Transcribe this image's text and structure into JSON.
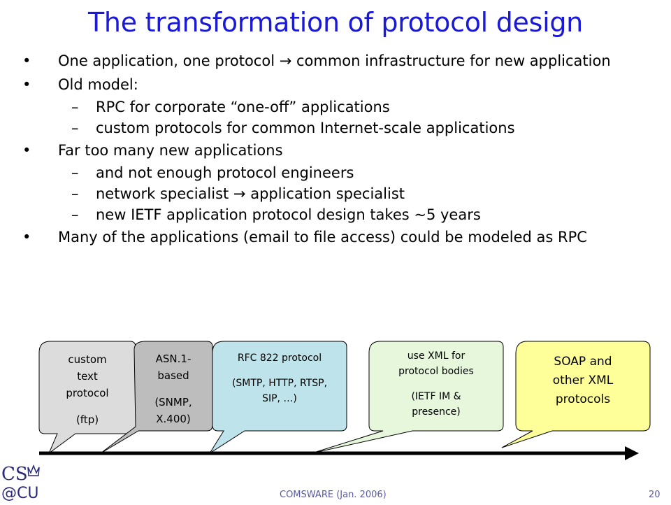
{
  "title": "The transformation of protocol design",
  "bullets": [
    {
      "level": 1,
      "parts": [
        "One application, one protocol ",
        "→",
        " common infrastructure for new application"
      ]
    },
    {
      "level": 1,
      "parts": [
        "Old model:"
      ]
    },
    {
      "level": 2,
      "parts": [
        "RPC for corporate “one-off” applications"
      ]
    },
    {
      "level": 2,
      "parts": [
        "custom protocols for common Internet-scale applications"
      ]
    },
    {
      "level": 1,
      "parts": [
        "Far too many new applications"
      ]
    },
    {
      "level": 2,
      "parts": [
        "and not enough protocol engineers"
      ]
    },
    {
      "level": 2,
      "parts": [
        "network specialist ",
        "→",
        " application specialist"
      ]
    },
    {
      "level": 2,
      "parts": [
        "new IETF application protocol design takes ~5 years"
      ]
    },
    {
      "level": 1,
      "parts": [
        "Many of the applications (email to file access) could be modeled as RPC"
      ]
    }
  ],
  "bubbles": {
    "b1": {
      "line1": "custom",
      "line2": "text",
      "line3": "protocol",
      "line4": "(ftp)"
    },
    "b2": {
      "line1": "ASN.1-",
      "line2": "based",
      "line3": "(SNMP,",
      "line4": "X.400)"
    },
    "b3": {
      "line1": "RFC 822 protocol",
      "line2": "(SMTP, HTTP, RTSP,",
      "line3": "SIP, …)"
    },
    "b4": {
      "line1": "use XML for",
      "line2": "protocol bodies",
      "line3": "(IETF IM &",
      "line4": "presence)"
    },
    "b5": {
      "line1": "SOAP and",
      "line2": "other XML",
      "line3": "protocols"
    }
  },
  "colors": {
    "title": "#1a1ad6",
    "bubble1": "#dcdcdc",
    "bubble2": "#bdbdbd",
    "bubble3": "#bfe3ea",
    "bubble4": "#e6f7dc",
    "bubble5": "#ffff99",
    "footer": "#5a5aa0"
  },
  "footer": {
    "text": "COMSWARE (Jan. 2006)",
    "page": "20"
  },
  "logo": {
    "line1": "CS",
    "line2": "@CU"
  }
}
